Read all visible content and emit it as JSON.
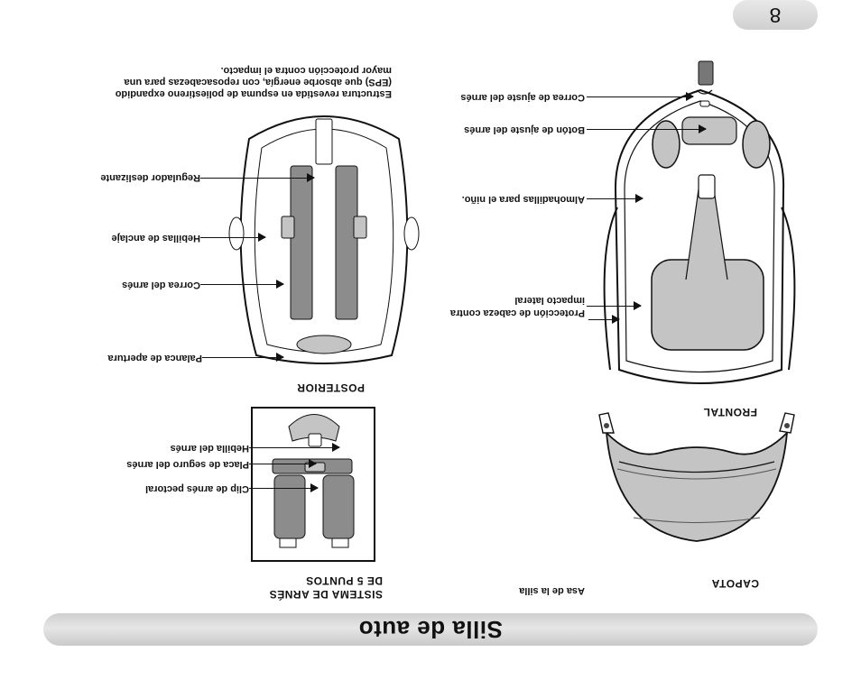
{
  "title": "Silla de auto",
  "page_number": "8",
  "captions": {
    "canopy": "CAPOTA",
    "harness": "SISTEMA DE ARNÉS DE 5 PUNTOS",
    "frontal": "FRONTAL",
    "rear": "POSTERIOR"
  },
  "labels": {
    "harness_adjust_strap": "Correa de ajuste del arnés",
    "harness_adjust_button": "Botón de ajuste del arnés",
    "infant_pads": "Almohadillas para el niño.",
    "head_protection": "Protección de cabeza contra impacto lateral",
    "seat_handle": "Asa de la silla",
    "eps_text": "Estructura revestida en espuma de poliestireno expandido (EPS) que absorbe energía, con reposacabe­zas para una mayor protección contra el impacto.",
    "slide_adjuster": "Regulador deslizante",
    "anchor_buckles": "Hebillas de anclaje",
    "harness_strap": "Correa del arnés",
    "release_lever": "Palanca de apertura",
    "harness_buckle": "Hebilla del arnés",
    "harness_tongue": "Placa de seguro del arnés",
    "chest_clip": "Clip de arnés pectoral"
  },
  "colors": {
    "title_bar": "#d9d9d9",
    "pad_gray": "#c4c4c4",
    "strap_gray": "#8c8c8c",
    "line": "#111111"
  }
}
